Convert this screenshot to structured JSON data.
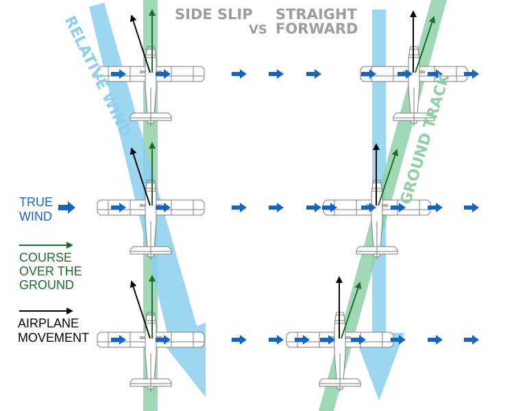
{
  "titles": {
    "side_slip": "SIDE SLIP",
    "vs": "VS",
    "straight": "STRAIGHT",
    "forward": "FORWARD"
  },
  "bands": {
    "relative_wind": "RELATIVE WIND",
    "ground_track": "GROUND TRACK"
  },
  "legend": {
    "true_wind_line1": "TRUE",
    "true_wind_line2": "WIND",
    "course_line1": "COURSE",
    "course_line2": "OVER THE",
    "course_line3": "GROUND",
    "airplane_line1": "AIRPLANE",
    "airplane_line2": "MOVEMENT"
  },
  "colors": {
    "wind_blue": "#1565c0",
    "band_blue": "#8ccfee",
    "band_green": "#8fd0a8",
    "course_green": "#1e6b2c",
    "movement_black": "#000000",
    "title_gray": "#9d9d9d"
  }
}
